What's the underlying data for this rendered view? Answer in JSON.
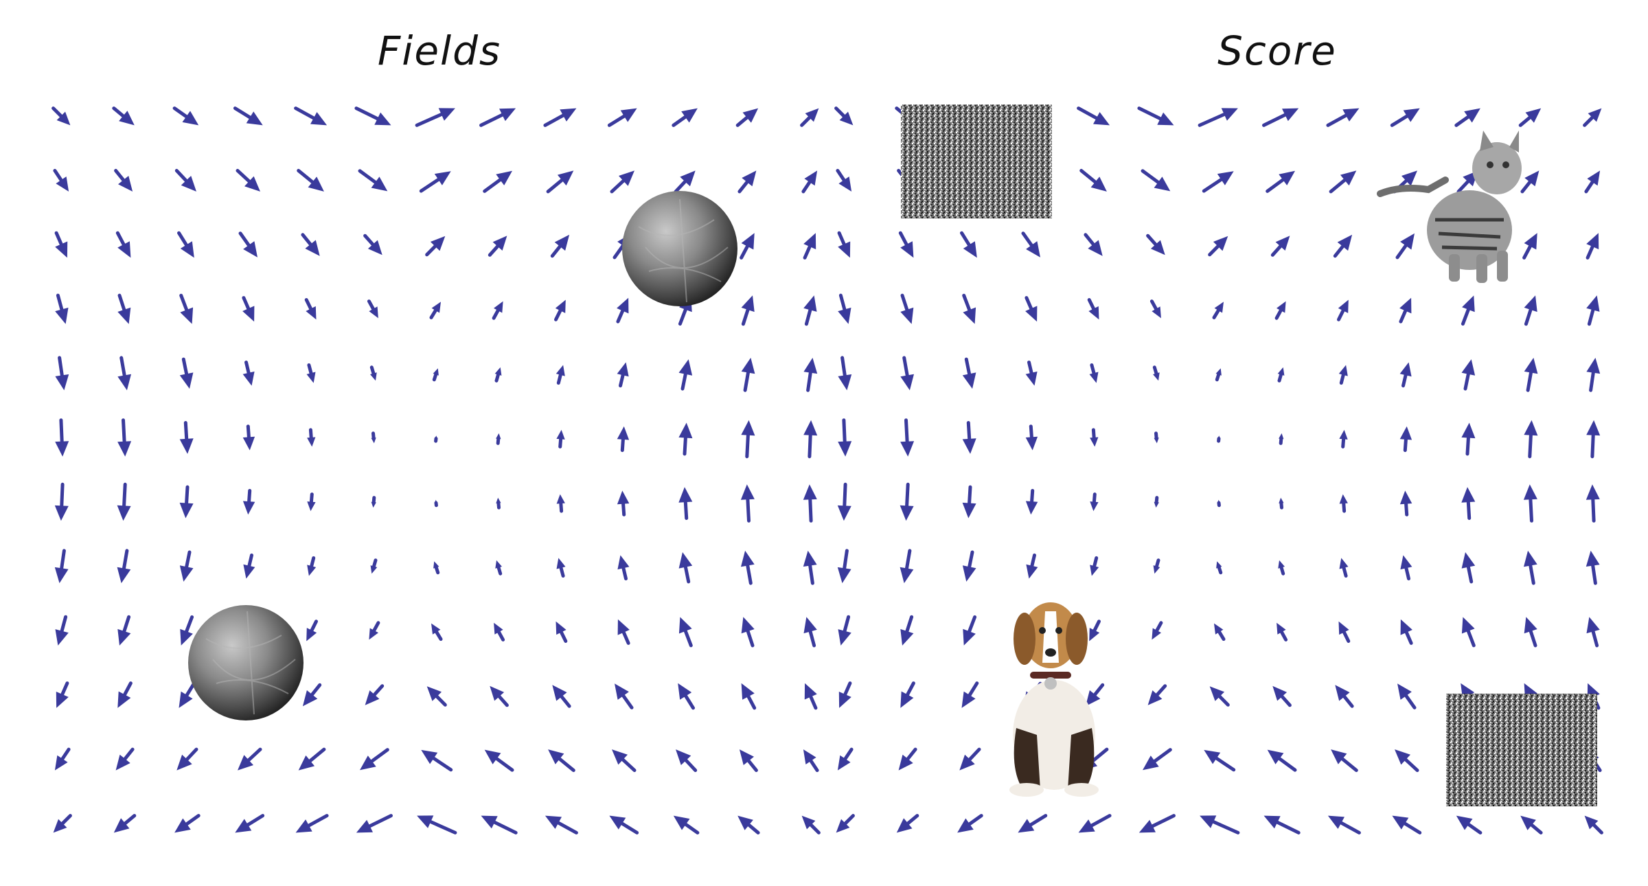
{
  "titles": {
    "left": "Fields",
    "right": "Score"
  },
  "colors": {
    "arrow": "#3a3a9c",
    "background": "#ffffff",
    "title": "#111111"
  },
  "panels": [
    {
      "name": "fields",
      "objects": [
        {
          "kind": "planet",
          "icon": "planet-icon"
        },
        {
          "kind": "planet",
          "icon": "planet-icon"
        }
      ]
    },
    {
      "name": "score",
      "objects": [
        {
          "kind": "noise",
          "icon": "noise-image"
        },
        {
          "kind": "cat",
          "icon": "cat-icon"
        },
        {
          "kind": "dog",
          "icon": "dog-icon"
        },
        {
          "kind": "noise",
          "icon": "noise-image"
        }
      ]
    }
  ]
}
